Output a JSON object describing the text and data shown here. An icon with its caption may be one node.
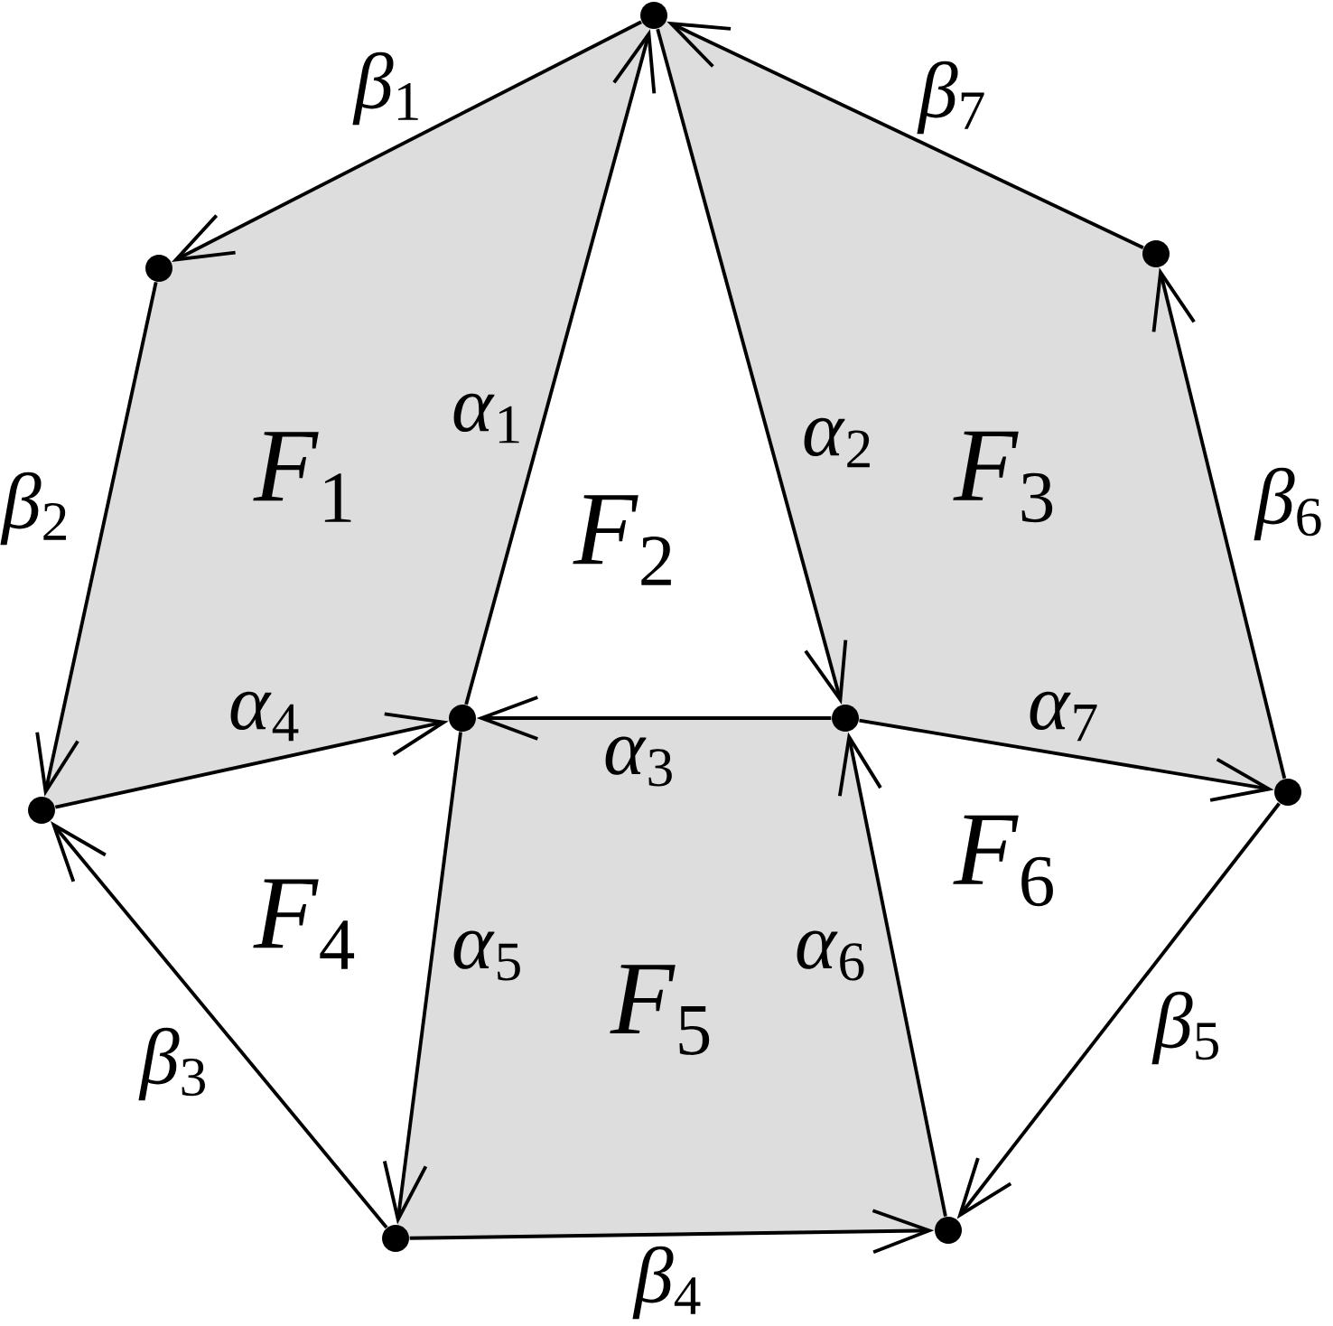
{
  "diagram": {
    "nodes": [
      {
        "text": [],
        "shape": "circle"
      },
      {
        "text": [],
        "shape": "circle"
      },
      {
        "text": [],
        "shape": "circle"
      },
      {
        "text": [],
        "shape": "circle"
      },
      {
        "text": [],
        "shape": "circle"
      },
      {
        "text": [],
        "shape": "circle"
      },
      {
        "text": [],
        "shape": "circle"
      },
      {
        "text": [],
        "shape": "circle"
      },
      {
        "text": [],
        "shape": "circle"
      }
    ],
    "edges": [
      {
        "from": 4,
        "to": 0,
        "arrow": "to",
        "label": "*α*$_{1}$"
      },
      {
        "from": 0,
        "to": 5,
        "arrow": "to",
        "label": "*α*$_{2}$"
      },
      {
        "from": 5,
        "to": 4,
        "arrow": "to",
        "label": "*α*$_{3}$"
      },
      {
        "from": 3,
        "to": 4,
        "arrow": "to",
        "label": "*α*$_{4}$"
      },
      {
        "from": 4,
        "to": 7,
        "arrow": "to",
        "label": "*α*$_{5}$"
      },
      {
        "from": 8,
        "to": 5,
        "arrow": "to",
        "label": "*α*$_{6}$"
      },
      {
        "from": 5,
        "to": 6,
        "arrow": "to",
        "label": "*α*$_{7}$"
      },
      {
        "from": 0,
        "to": 1,
        "arrow": "to",
        "label": "*β*$_{1}$"
      },
      {
        "from": 1,
        "to": 3,
        "arrow": "to",
        "label": "*β*$_{2}$"
      },
      {
        "from": 7,
        "to": 3,
        "arrow": "to",
        "label": "*β*$_{3}$"
      },
      {
        "from": 7,
        "to": 8,
        "arrow": "to",
        "label": "*β*$_{4}$"
      },
      {
        "from": 6,
        "to": 8,
        "arrow": "to",
        "label": "*β*$_{5}$"
      },
      {
        "from": 6,
        "to": 2,
        "arrow": "to",
        "label": "*β*$_{6}$"
      },
      {
        "from": 2,
        "to": 0,
        "arrow": "to",
        "label": "*β*$_{7}$"
      }
    ],
    "labels": [
      "*F*$_{1}$",
      "*F*$_{2}$",
      "*F*$_{3}$",
      "*F*$_{4}$",
      "*F*$_{5}$",
      "*F*$_{6}$"
    ]
  }
}
